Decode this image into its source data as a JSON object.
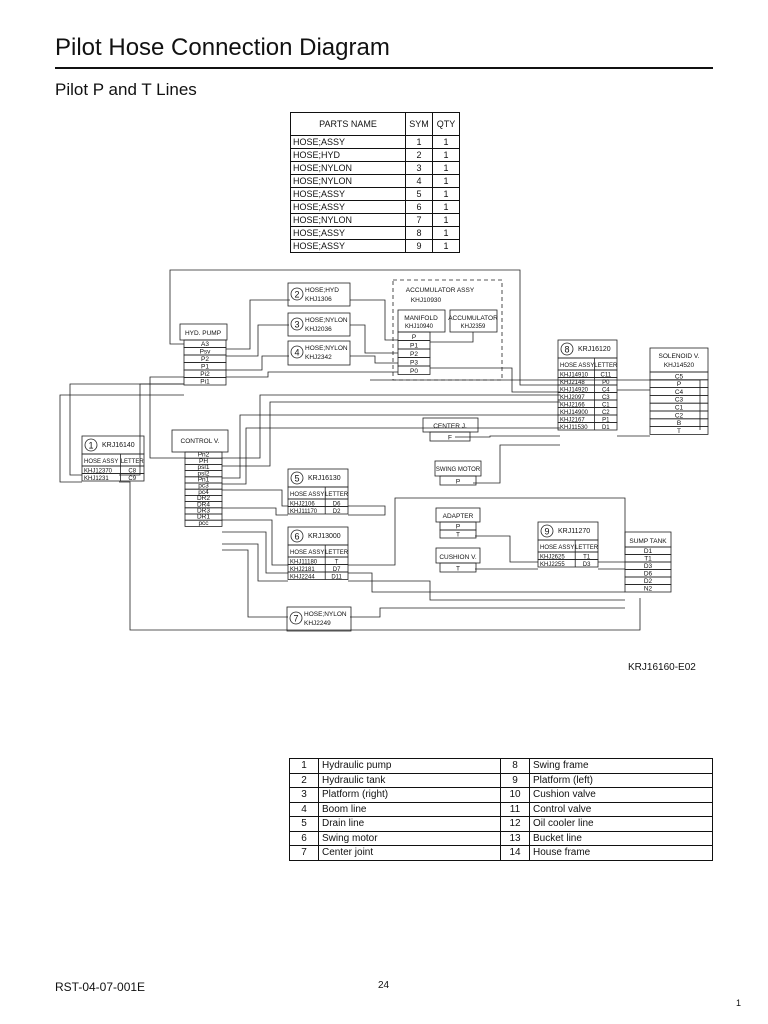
{
  "title": "Pilot Hose Connection Diagram",
  "subtitle": "Pilot P and T Lines",
  "parts_table": {
    "headers": [
      "PARTS NAME",
      "SYM",
      "QTY"
    ],
    "rows": [
      [
        "HOSE;ASSY",
        "1",
        "1"
      ],
      [
        "HOSE;HYD",
        "2",
        "1"
      ],
      [
        "HOSE;NYLON",
        "3",
        "1"
      ],
      [
        "HOSE;NYLON",
        "4",
        "1"
      ],
      [
        "HOSE;ASSY",
        "5",
        "1"
      ],
      [
        "HOSE;ASSY",
        "6",
        "1"
      ],
      [
        "HOSE;NYLON",
        "7",
        "1"
      ],
      [
        "HOSE;ASSY",
        "8",
        "1"
      ],
      [
        "HOSE;ASSY",
        "9",
        "1"
      ]
    ]
  },
  "diagram": {
    "hose2": {
      "sym": "2",
      "name": "HOSE;HYD",
      "part": "KHJ1306"
    },
    "hose3": {
      "sym": "3",
      "name": "HOSE;NYLON",
      "part": "KHJ2036"
    },
    "hose4": {
      "sym": "4",
      "name": "HOSE;NYLON",
      "part": "KHJ2342"
    },
    "hose7": {
      "sym": "7",
      "name": "HOSE;NYLON",
      "part": "KHJ2249"
    },
    "acc_assy": {
      "name": "ACCUMULATOR ASSY",
      "part": "KHJ10930"
    },
    "manifold": {
      "name": "MANIFOLD",
      "part": "KHJ10940",
      "ports": [
        "P",
        "P1",
        "P2",
        "P3",
        "P0"
      ]
    },
    "accumulator": {
      "name": "ACCUMULATOR",
      "part": "KHJ2359"
    },
    "hyd_pump": {
      "name": "HYD. PUMP",
      "ports": [
        "A3",
        "Psv",
        "P2",
        "P1",
        "Pi2",
        "Pi1"
      ]
    },
    "control_v": {
      "name": "CONTROL V.",
      "ports": [
        "Pn2",
        "PH",
        "psl1",
        "psl2",
        "Pn1",
        "pc3",
        "pc4",
        "DR2",
        "DR4",
        "DR3",
        "DR1",
        "pcc"
      ]
    },
    "asm1": {
      "sym": "1",
      "code": "KRJ16140",
      "h1": "HOSE ASSY",
      "h2": "LETTER",
      "rows": [
        [
          "KHJ12370",
          "C8"
        ],
        [
          "KHJ1231",
          "C9"
        ]
      ]
    },
    "asm5": {
      "sym": "5",
      "code": "KRJ16130",
      "h1": "HOSE ASSY",
      "h2": "LETTER",
      "rows": [
        [
          "KHJ2106",
          "D6"
        ],
        [
          "KHJ11170",
          "D2"
        ]
      ]
    },
    "asm6": {
      "sym": "6",
      "code": "KRJ13000",
      "h1": "HOSE ASSY",
      "h2": "LETTER",
      "rows": [
        [
          "KHJ11180",
          "T"
        ],
        [
          "KHJ2181",
          "D7"
        ],
        [
          "KHJ2244",
          "D11"
        ]
      ]
    },
    "asm8": {
      "sym": "8",
      "code": "KRJ16120",
      "h1": "HOSE ASSY",
      "h2": "LETTER",
      "rows": [
        [
          "KHJ14910",
          "C11"
        ],
        [
          "KHJ2148",
          "P0"
        ],
        [
          "KHJ14920",
          "C4"
        ],
        [
          "KHJ2097",
          "C3"
        ],
        [
          "KHJ2166",
          "C1"
        ],
        [
          "KHJ14900",
          "C2"
        ],
        [
          "KHJ2167",
          "P1"
        ],
        [
          "KHJ11530",
          "D1"
        ]
      ]
    },
    "asm9": {
      "sym": "9",
      "code": "KRJ11270",
      "h1": "HOSE ASSY",
      "h2": "LETTER",
      "rows": [
        [
          "KHJ2625",
          "T1"
        ],
        [
          "KHJ2255",
          "D3"
        ]
      ]
    },
    "solenoid": {
      "name": "SOLENOID V.",
      "part": "KHJ14520",
      "ports": [
        "C5",
        "P",
        "C4",
        "C3",
        "C1",
        "C2",
        "B",
        "T"
      ]
    },
    "center_j": {
      "name": "CENTER J.",
      "port": "F"
    },
    "swing_motor": {
      "name": "SWING MOTOR",
      "port": "P"
    },
    "adapter": {
      "name": "ADAPTER",
      "ports": [
        "P",
        "T"
      ]
    },
    "cushion_v": {
      "name": "CUSHION V.",
      "port": "T"
    },
    "sump_tank": {
      "name": "SUMP TANK",
      "ports": [
        "D1",
        "T1",
        "D3",
        "D6",
        "D2",
        "N2"
      ]
    }
  },
  "drawing_ref": "KRJ16160-E02",
  "legend": [
    [
      "1",
      "Hydraulic pump",
      "8",
      "Swing frame"
    ],
    [
      "2",
      "Hydraulic tank",
      "9",
      "Platform (left)"
    ],
    [
      "3",
      "Platform (right)",
      "10",
      "Cushion valve"
    ],
    [
      "4",
      "Boom line",
      "11",
      "Control valve"
    ],
    [
      "5",
      "Drain line",
      "12",
      "Oil cooler line"
    ],
    [
      "6",
      "Swing motor",
      "13",
      "Bucket line"
    ],
    [
      "7",
      "Center joint",
      "14",
      "House frame"
    ]
  ],
  "footer": {
    "doc_number": "RST-04-07-001E",
    "page_number": "24",
    "corner_number": "1"
  }
}
